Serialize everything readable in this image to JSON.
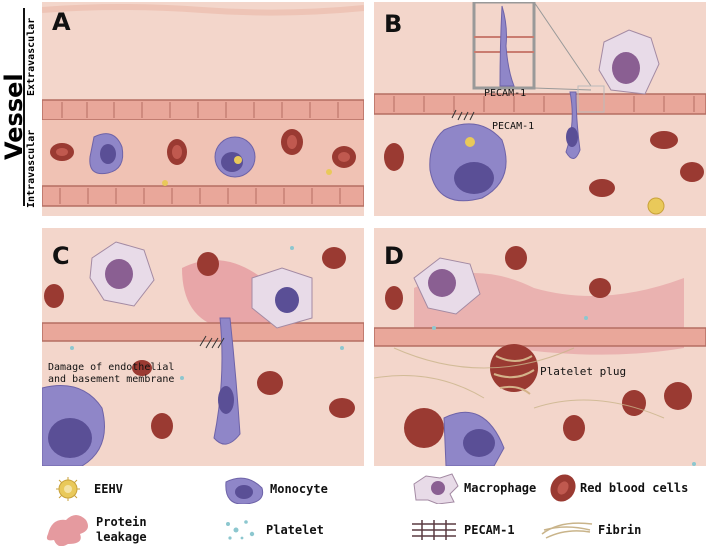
{
  "side_labels": {
    "title": "Vessel",
    "extravascular": "Extravascular",
    "intravascular": "Intravascular"
  },
  "panels": {
    "a": {
      "label": "A"
    },
    "b": {
      "label": "B",
      "pecam_inset": "PECAM-1",
      "pecam_main": "PECAM-1"
    },
    "c": {
      "label": "C",
      "damage_line1": "Damage of endothelial",
      "damage_line2": "and basement membrane"
    },
    "d": {
      "label": "D",
      "plug": "Platelet plug"
    }
  },
  "legend": [
    {
      "icon": "eehv-icon",
      "label": "EEHV"
    },
    {
      "icon": "monocyte-icon",
      "label": "Monocyte"
    },
    {
      "icon": "macrophage-icon",
      "label": "Macrophage"
    },
    {
      "icon": "red-blood-cell-icon",
      "label": "Red blood cells"
    },
    {
      "icon": "protein-leakage-icon",
      "label": "Protein leakage"
    },
    {
      "icon": "platelet-icon",
      "label": "Platelet"
    },
    {
      "icon": "pecam-icon",
      "label": "PECAM-1"
    },
    {
      "icon": "fibrin-icon",
      "label": "Fibrin"
    }
  ],
  "colors": {
    "tissue": "#f3d6cb",
    "vessel_wall": "#e9a79a",
    "lumen": "#f0c2b4",
    "rbc": "#9a3a32",
    "monocyte": "#8f86c8",
    "macrophage": "#e8dbe8",
    "eehv": "#e9c95a",
    "protein": "#e59a9f",
    "platelet": "#8cc7cf"
  }
}
